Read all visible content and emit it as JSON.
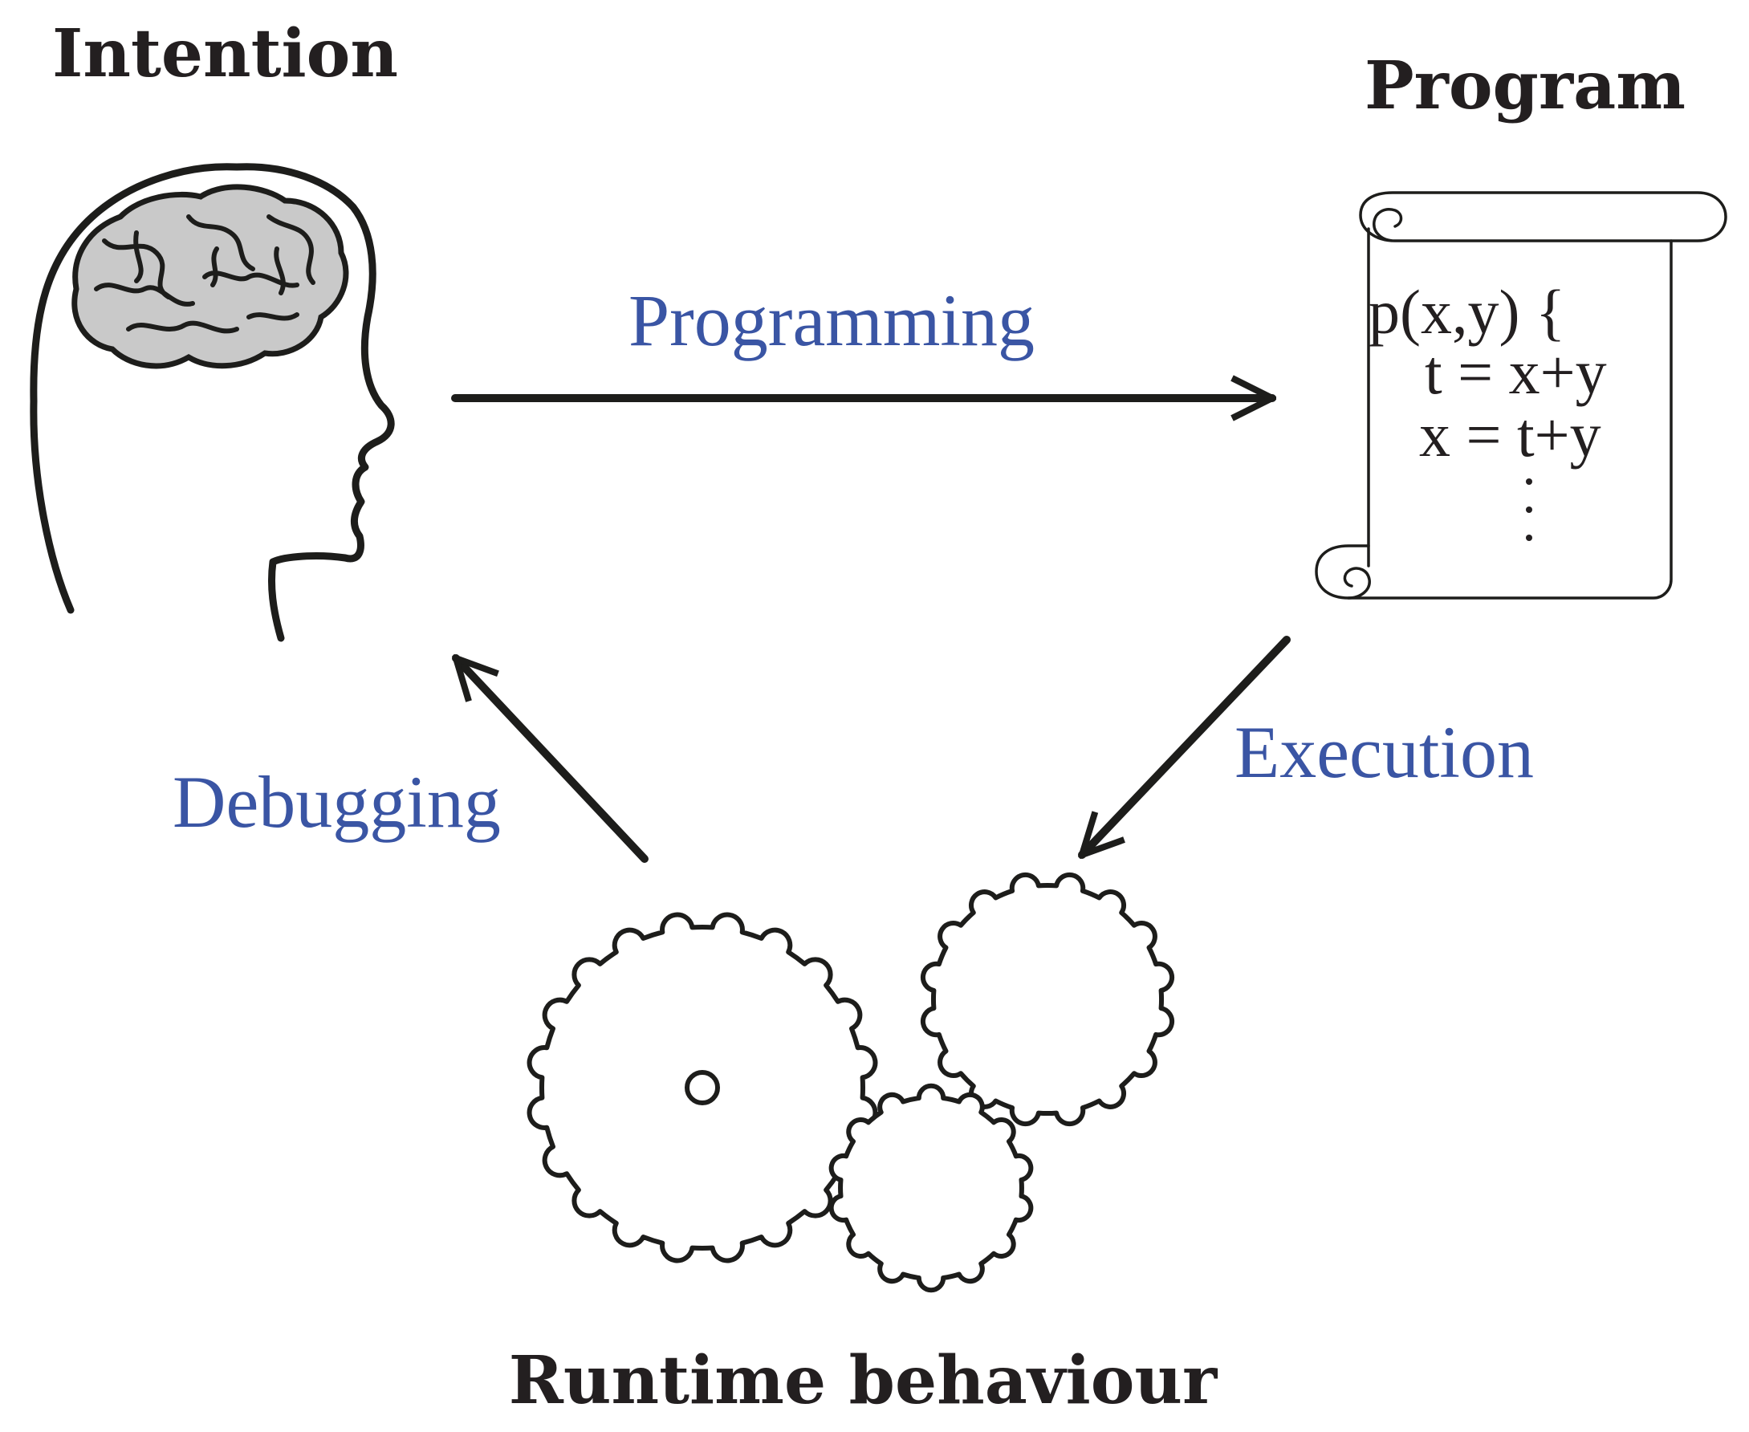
{
  "colors": {
    "edge_label": "#3a55a4",
    "ink": "#1d1d1b",
    "brain_fill": "#c9c9c9"
  },
  "nodes": {
    "intention": "Intention",
    "program": "Program",
    "runtime": "Runtime behaviour"
  },
  "edges": {
    "programming": "Programming",
    "execution": "Execution",
    "debugging": "Debugging"
  },
  "code": {
    "line1": "p(x,y) {",
    "line2": "t = x+y",
    "line3": "x = t+y"
  },
  "icons": [
    "head-with-brain-icon",
    "scroll-icon",
    "gears-icon"
  ]
}
